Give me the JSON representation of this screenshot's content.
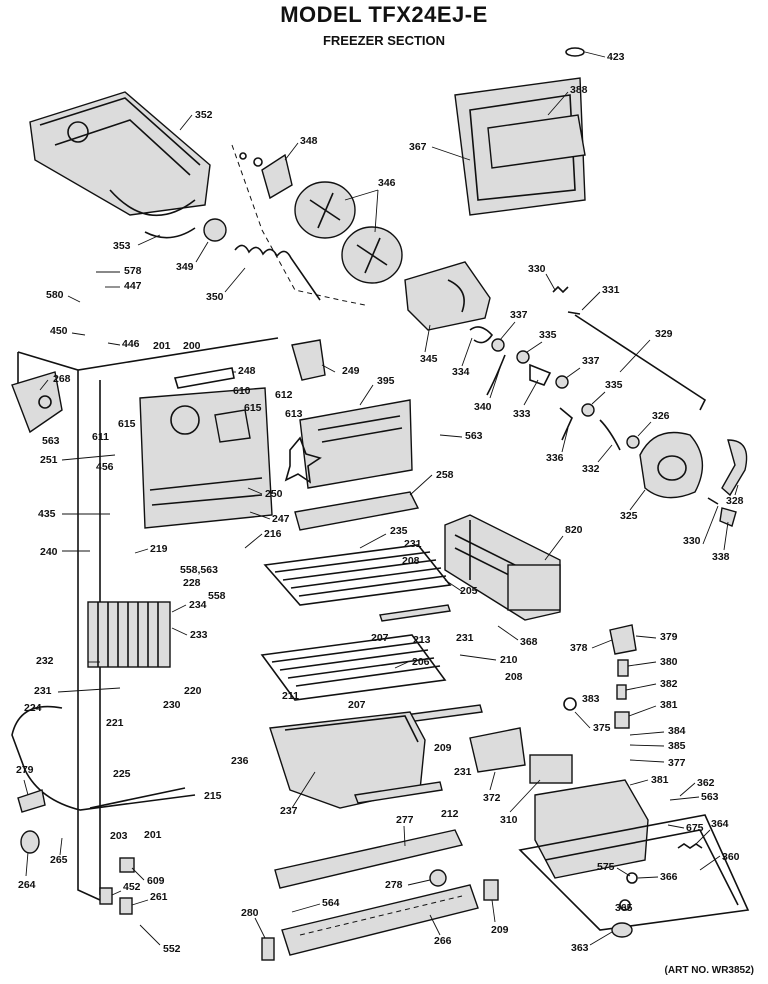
{
  "header": {
    "model_title": "MODEL TFX24EJ-E",
    "section_title": "FREEZER SECTION"
  },
  "footer": {
    "art_number": "(ART NO. WR3852)"
  },
  "callouts": [
    {
      "id": "c-423",
      "text": "423"
    },
    {
      "id": "c-352",
      "text": "352"
    },
    {
      "id": "c-388",
      "text": "388"
    },
    {
      "id": "c-367",
      "text": "367"
    },
    {
      "id": "c-348",
      "text": "348"
    },
    {
      "id": "c-346",
      "text": "346"
    },
    {
      "id": "c-353",
      "text": "353"
    },
    {
      "id": "c-349",
      "text": "349"
    },
    {
      "id": "c-578",
      "text": "578"
    },
    {
      "id": "c-447",
      "text": "447"
    },
    {
      "id": "c-580",
      "text": "580"
    },
    {
      "id": "c-350",
      "text": "350"
    },
    {
      "id": "c-330a",
      "text": "330"
    },
    {
      "id": "c-331",
      "text": "331"
    },
    {
      "id": "c-450",
      "text": "450"
    },
    {
      "id": "c-446",
      "text": "446"
    },
    {
      "id": "c-201a",
      "text": "201"
    },
    {
      "id": "c-200",
      "text": "200"
    },
    {
      "id": "c-249",
      "text": "249"
    },
    {
      "id": "c-345",
      "text": "345"
    },
    {
      "id": "c-334",
      "text": "334"
    },
    {
      "id": "c-337a",
      "text": "337"
    },
    {
      "id": "c-335a",
      "text": "335"
    },
    {
      "id": "c-329",
      "text": "329"
    },
    {
      "id": "c-268",
      "text": "268"
    },
    {
      "id": "c-248",
      "text": "248"
    },
    {
      "id": "c-610",
      "text": "610"
    },
    {
      "id": "c-612",
      "text": "612"
    },
    {
      "id": "c-395",
      "text": "395"
    },
    {
      "id": "c-340",
      "text": "340"
    },
    {
      "id": "c-337b",
      "text": "337"
    },
    {
      "id": "c-335b",
      "text": "335"
    },
    {
      "id": "c-615a",
      "text": "615"
    },
    {
      "id": "c-613",
      "text": "613"
    },
    {
      "id": "c-333",
      "text": "333"
    },
    {
      "id": "c-326",
      "text": "326"
    },
    {
      "id": "c-563a",
      "text": "563"
    },
    {
      "id": "c-611",
      "text": "611"
    },
    {
      "id": "c-615b",
      "text": "615"
    },
    {
      "id": "c-563b",
      "text": "563"
    },
    {
      "id": "c-251",
      "text": "251"
    },
    {
      "id": "c-336",
      "text": "336"
    },
    {
      "id": "c-332",
      "text": "332"
    },
    {
      "id": "c-456",
      "text": "456"
    },
    {
      "id": "c-258",
      "text": "258"
    },
    {
      "id": "c-250",
      "text": "250"
    },
    {
      "id": "c-325",
      "text": "325"
    },
    {
      "id": "c-328",
      "text": "328"
    },
    {
      "id": "c-435",
      "text": "435"
    },
    {
      "id": "c-247",
      "text": "247"
    },
    {
      "id": "c-820",
      "text": "820"
    },
    {
      "id": "c-235",
      "text": "235"
    },
    {
      "id": "c-330b",
      "text": "330"
    },
    {
      "id": "c-338",
      "text": "338"
    },
    {
      "id": "c-240",
      "text": "240"
    },
    {
      "id": "c-219",
      "text": "219"
    },
    {
      "id": "c-216",
      "text": "216"
    },
    {
      "id": "c-231a",
      "text": "231"
    },
    {
      "id": "c-558-563",
      "text": "558,563"
    },
    {
      "id": "c-228",
      "text": "228"
    },
    {
      "id": "c-558",
      "text": "558"
    },
    {
      "id": "c-208a",
      "text": "208"
    },
    {
      "id": "c-205",
      "text": "205"
    },
    {
      "id": "c-234",
      "text": "234"
    },
    {
      "id": "c-233",
      "text": "233"
    },
    {
      "id": "c-207a",
      "text": "207"
    },
    {
      "id": "c-213",
      "text": "213"
    },
    {
      "id": "c-231b",
      "text": "231"
    },
    {
      "id": "c-368",
      "text": "368"
    },
    {
      "id": "c-378",
      "text": "378"
    },
    {
      "id": "c-379",
      "text": "379"
    },
    {
      "id": "c-232",
      "text": "232"
    },
    {
      "id": "c-206",
      "text": "206"
    },
    {
      "id": "c-210",
      "text": "210"
    },
    {
      "id": "c-380",
      "text": "380"
    },
    {
      "id": "c-220",
      "text": "220"
    },
    {
      "id": "c-208b",
      "text": "208"
    },
    {
      "id": "c-382",
      "text": "382"
    },
    {
      "id": "c-231c",
      "text": "231"
    },
    {
      "id": "c-211",
      "text": "211"
    },
    {
      "id": "c-230",
      "text": "230"
    },
    {
      "id": "c-207b",
      "text": "207"
    },
    {
      "id": "c-383",
      "text": "383"
    },
    {
      "id": "c-381a",
      "text": "381"
    },
    {
      "id": "c-224",
      "text": "224"
    },
    {
      "id": "c-375",
      "text": "375"
    },
    {
      "id": "c-221",
      "text": "221"
    },
    {
      "id": "c-209",
      "text": "209"
    },
    {
      "id": "c-384",
      "text": "384"
    },
    {
      "id": "c-385",
      "text": "385"
    },
    {
      "id": "c-236",
      "text": "236"
    },
    {
      "id": "c-377",
      "text": "377"
    },
    {
      "id": "c-279",
      "text": "279"
    },
    {
      "id": "c-231d",
      "text": "231"
    },
    {
      "id": "c-372",
      "text": "372"
    },
    {
      "id": "c-381b",
      "text": "381"
    },
    {
      "id": "c-362",
      "text": "362"
    },
    {
      "id": "c-225",
      "text": "225"
    },
    {
      "id": "c-215",
      "text": "215"
    },
    {
      "id": "c-563c",
      "text": "563"
    },
    {
      "id": "c-237",
      "text": "237"
    },
    {
      "id": "c-212",
      "text": "212"
    },
    {
      "id": "c-310",
      "text": "310"
    },
    {
      "id": "c-277",
      "text": "277"
    },
    {
      "id": "c-675",
      "text": "675"
    },
    {
      "id": "c-364",
      "text": "364"
    },
    {
      "id": "c-201b",
      "text": "201"
    },
    {
      "id": "c-203",
      "text": "203"
    },
    {
      "id": "c-265",
      "text": "265"
    },
    {
      "id": "c-360",
      "text": "360"
    },
    {
      "id": "c-264",
      "text": "264"
    },
    {
      "id": "c-609",
      "text": "609"
    },
    {
      "id": "c-575",
      "text": "575"
    },
    {
      "id": "c-366",
      "text": "366"
    },
    {
      "id": "c-278",
      "text": "278"
    },
    {
      "id": "c-452",
      "text": "452"
    },
    {
      "id": "c-261",
      "text": "261"
    },
    {
      "id": "c-564",
      "text": "564"
    },
    {
      "id": "c-365",
      "text": "365"
    },
    {
      "id": "c-280",
      "text": "280"
    },
    {
      "id": "c-209b",
      "text": "209"
    },
    {
      "id": "c-266",
      "text": "266"
    },
    {
      "id": "c-552",
      "text": "552"
    },
    {
      "id": "c-363",
      "text": "363"
    }
  ]
}
